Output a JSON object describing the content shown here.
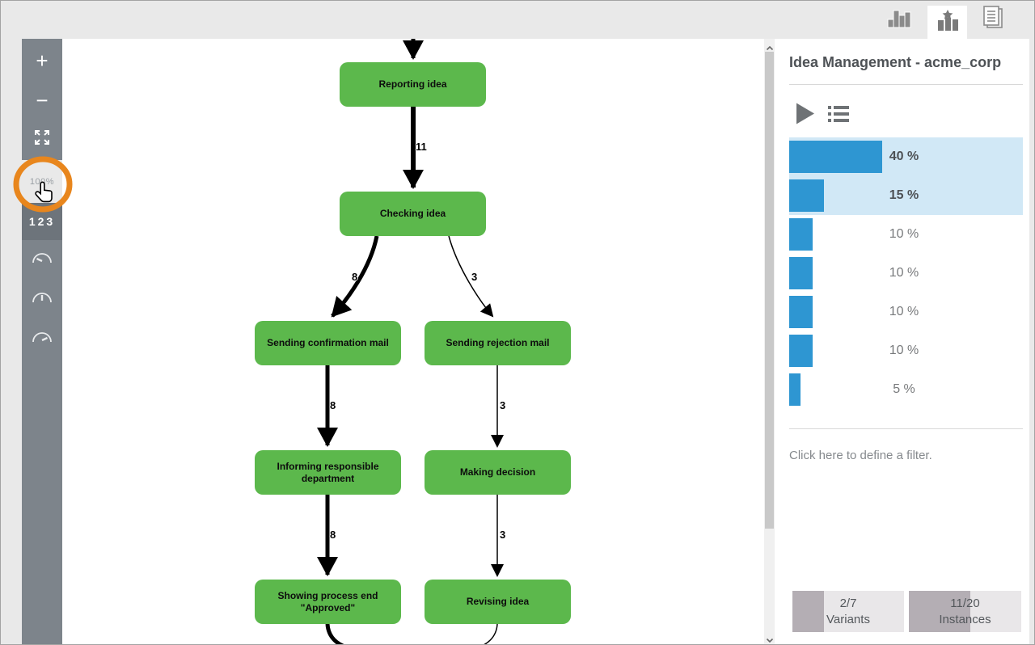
{
  "window": {
    "title": "Idea Management - acme_corp"
  },
  "topbar": {
    "tabs": [
      {
        "icon": "bar-chart-icon",
        "selected": false
      },
      {
        "icon": "variants-chart-star-icon",
        "selected": true
      },
      {
        "icon": "report-pages-icon",
        "selected": false
      }
    ]
  },
  "toolbar": {
    "zoom_in_label": "+",
    "zoom_out_label": "−",
    "fit_screen_icon": "expand-icon",
    "zoom_level": "100%",
    "numbers_label": "123",
    "gauge_icons": [
      "gauge-slow-icon",
      "gauge-medium-icon",
      "gauge-fast-icon"
    ]
  },
  "diagram": {
    "nodes": [
      {
        "label": "Reporting idea"
      },
      {
        "label": "Checking idea"
      },
      {
        "label": "Sending confirmation mail"
      },
      {
        "label": "Sending rejection mail"
      },
      {
        "label": "Informing responsible department"
      },
      {
        "label": "Making decision"
      },
      {
        "label": "Showing process end \"Approved\""
      },
      {
        "label": "Revising idea"
      }
    ],
    "edges": [
      {
        "from": "Start",
        "to": "Reporting idea"
      },
      {
        "from": "Reporting idea",
        "to": "Checking idea",
        "count": "11"
      },
      {
        "from": "Checking idea",
        "to": "Sending confirmation mail",
        "count": "8"
      },
      {
        "from": "Checking idea",
        "to": "Sending rejection mail",
        "count": "3"
      },
      {
        "from": "Sending confirmation mail",
        "to": "Informing responsible department",
        "count": "8"
      },
      {
        "from": "Sending rejection mail",
        "to": "Making decision",
        "count": "3"
      },
      {
        "from": "Informing responsible department",
        "to": "Showing process end \"Approved\"",
        "count": "8"
      },
      {
        "from": "Making decision",
        "to": "Revising idea",
        "count": "3"
      }
    ]
  },
  "sidebar": {
    "title": "Idea Management - acme_corp",
    "play_icon": "play-icon",
    "list_icon": "variant-list-icon",
    "variants": [
      {
        "pct": 40,
        "label": "40 %",
        "selected": true
      },
      {
        "pct": 15,
        "label": "15 %",
        "selected": true
      },
      {
        "pct": 10,
        "label": "10 %",
        "selected": false
      },
      {
        "pct": 10,
        "label": "10 %",
        "selected": false
      },
      {
        "pct": 10,
        "label": "10 %",
        "selected": false
      },
      {
        "pct": 10,
        "label": "10 %",
        "selected": false
      },
      {
        "pct": 5,
        "label": "5 %",
        "selected": false
      }
    ],
    "filter_hint": "Click here to define a filter.",
    "variants_button": {
      "value": "2/7",
      "label": "Variants",
      "fill_pct": 28.6
    },
    "instances_button": {
      "value": "11/20",
      "label": "Instances",
      "fill_pct": 55
    }
  },
  "colors": {
    "node_green": "#5cb84c",
    "bar_blue": "#2e96d2",
    "selection_blue": "#d1e8f6",
    "annotation_orange": "#e8861d",
    "toolbar_gray": "#7d848b"
  }
}
